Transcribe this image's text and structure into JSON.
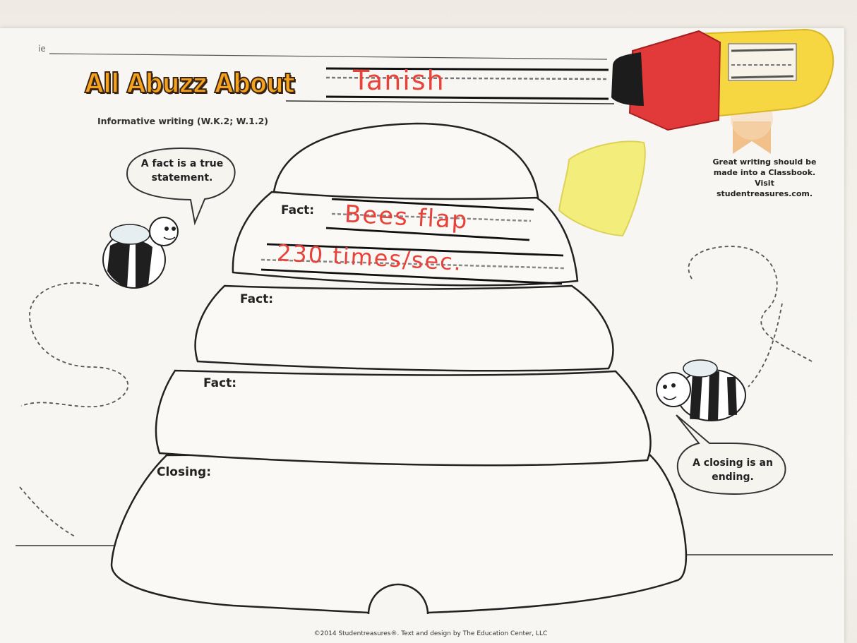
{
  "worksheet": {
    "name_prefix": "ie",
    "title": "All Abuzz About",
    "standards": "Informative writing (W.K.2; W.1.2)",
    "topic_handwritten": "Tanish",
    "labels": {
      "fact1": "Fact:",
      "fact2": "Fact:",
      "fact3": "Fact:",
      "closing": "Closing:"
    },
    "fact1_line1": "Bees flap",
    "fact1_line2": "230 times/sec.",
    "bubble_fact": [
      "A fact is a true",
      "statement."
    ],
    "bubble_closing": [
      "A closing is an",
      "ending."
    ],
    "promo": [
      "Great writing should be",
      "made into a Classbook.",
      "Visit studentreasures.com."
    ],
    "copyright": "©2014 Studentreasures®. Text and design by The Education Center, LLC"
  },
  "colors": {
    "title_fill": "#f4a21e",
    "title_outline": "#3a2411",
    "handwriting": "#e8433a",
    "ribbon": "#f2c08a",
    "marker_body": "#f6d742",
    "marker_cap": "#e23a3a"
  },
  "icons": [
    "bee-icon",
    "bee-icon",
    "ribbon-icon",
    "marker-icon",
    "marker-cap-piece"
  ]
}
